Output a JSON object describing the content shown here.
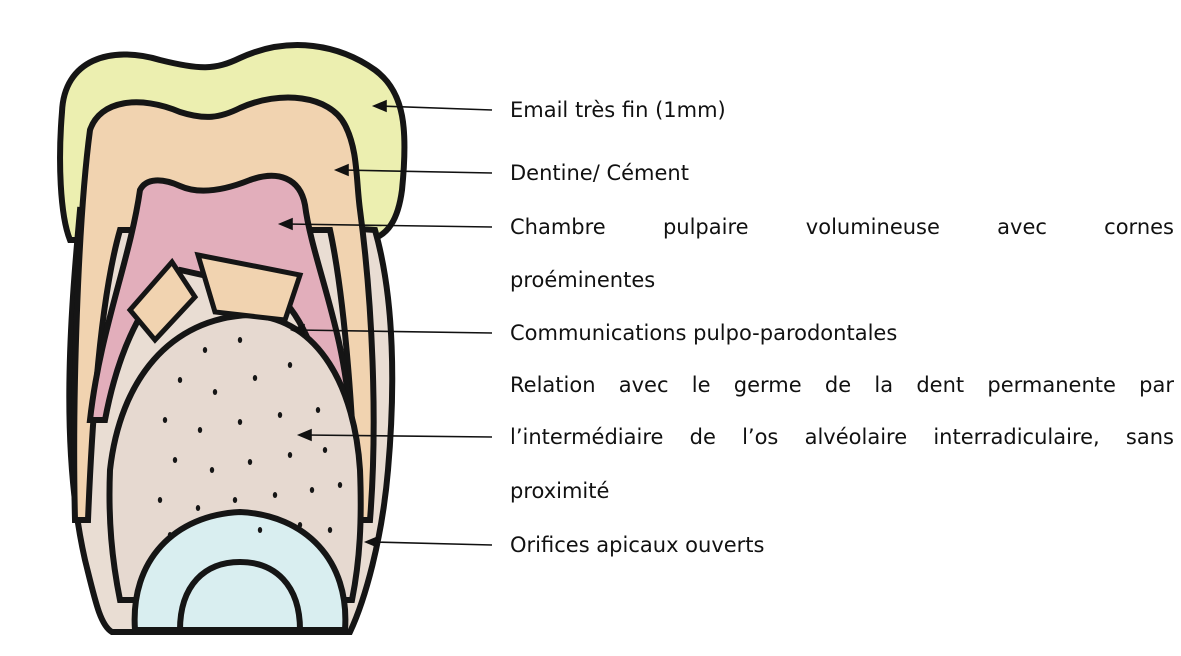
{
  "labels": {
    "email": "Email très fin (1mm)",
    "dentine": "Dentine/ Cément",
    "chambre_line1": "Chambre pulpaire volumineuse avec cornes",
    "chambre_line2": "proéminentes",
    "communications": "Communications pulpo-parodontales",
    "relation_line1": "Relation avec le germe de la dent permanente par",
    "relation_line2": "l’intermédiaire de l’os alvéolaire interradiculaire, sans",
    "relation_line3": "proximité",
    "orifices": "Orifices apicaux ouverts"
  },
  "colors": {
    "outline": "#151515",
    "enamel": "#ecefb0",
    "dentine": "#f1d3b0",
    "pulp": "#e2aebb",
    "bone": "#e9ddd3",
    "germ": "#d9eef0",
    "leader": "#111111"
  }
}
